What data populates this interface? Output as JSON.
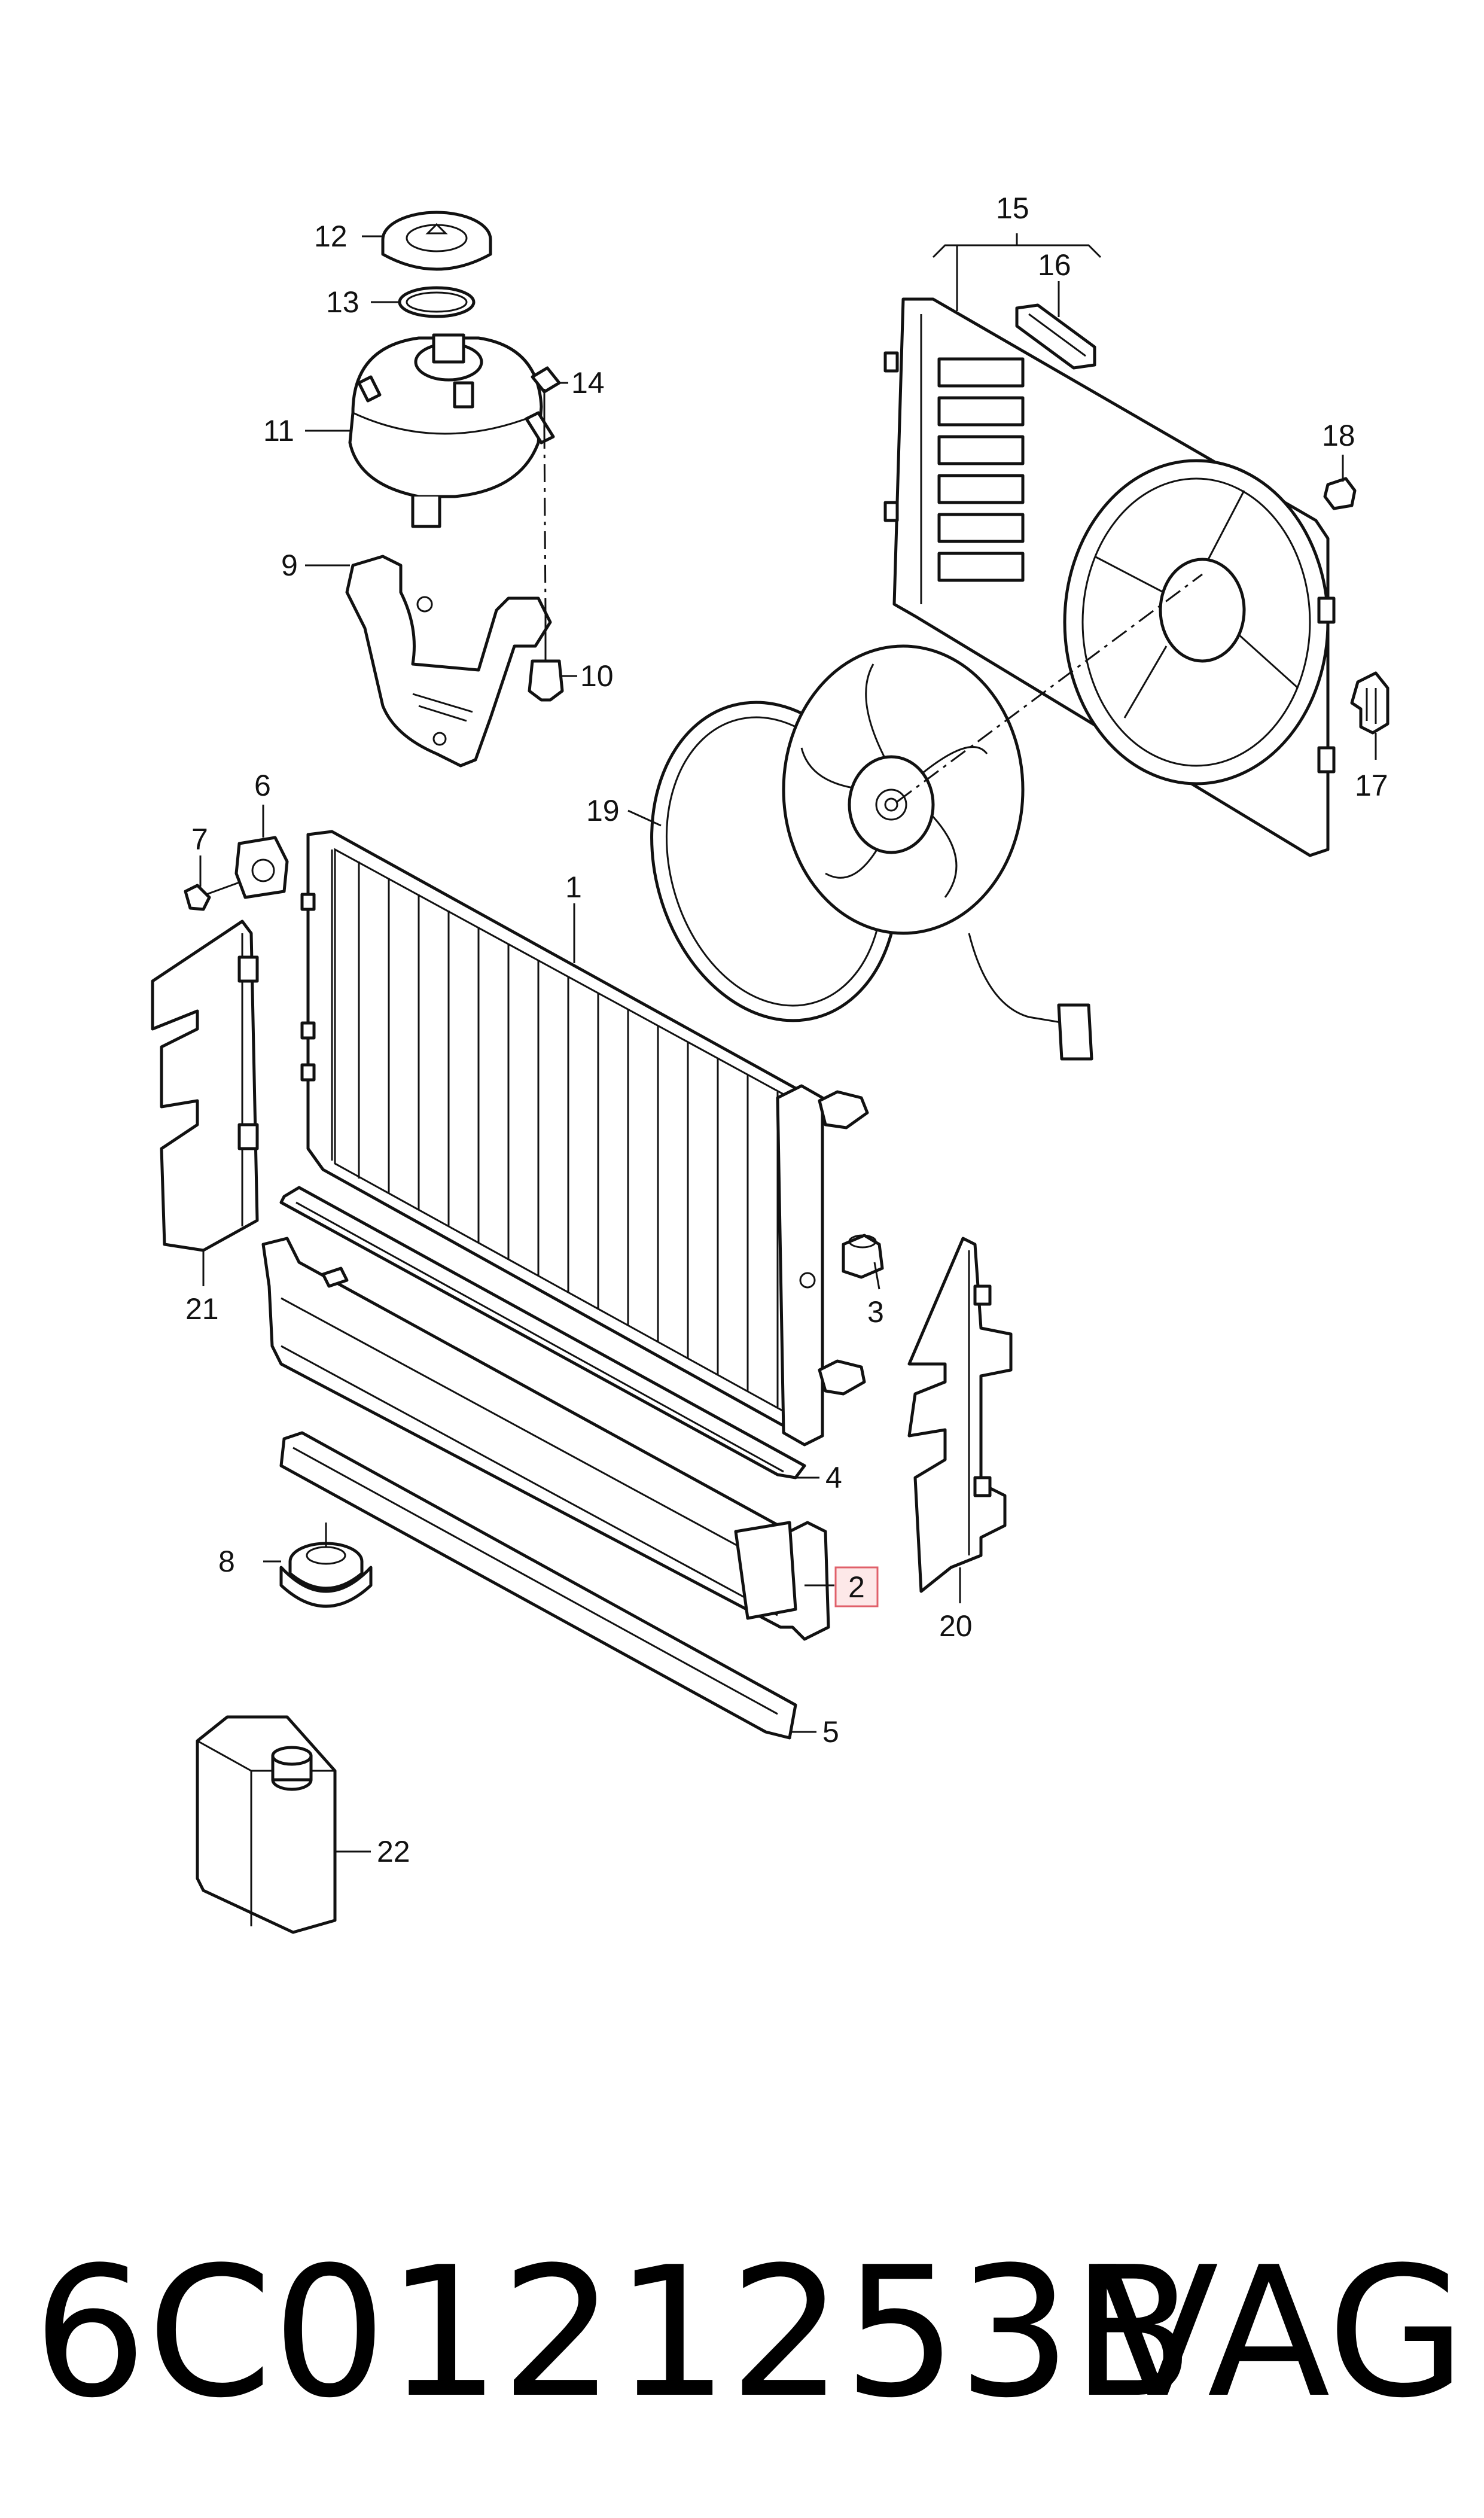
{
  "diagram": {
    "callouts": {
      "c1": "1",
      "c2": "2",
      "c3": "3",
      "c4": "4",
      "c5": "5",
      "c6": "6",
      "c7": "7",
      "c8": "8",
      "c9": "9",
      "c10": "10",
      "c11": "11",
      "c12": "12",
      "c13": "13",
      "c14": "14",
      "c15": "15",
      "c16": "16",
      "c17": "17",
      "c18": "18",
      "c19": "19",
      "c20": "20",
      "c21": "21",
      "c22": "22"
    },
    "highlighted_callout": "2",
    "highlight_color": "#fde8e8",
    "highlight_border": "#e0606a"
  },
  "footer": {
    "part_number": "6C0121253B",
    "brand": "VAG"
  }
}
